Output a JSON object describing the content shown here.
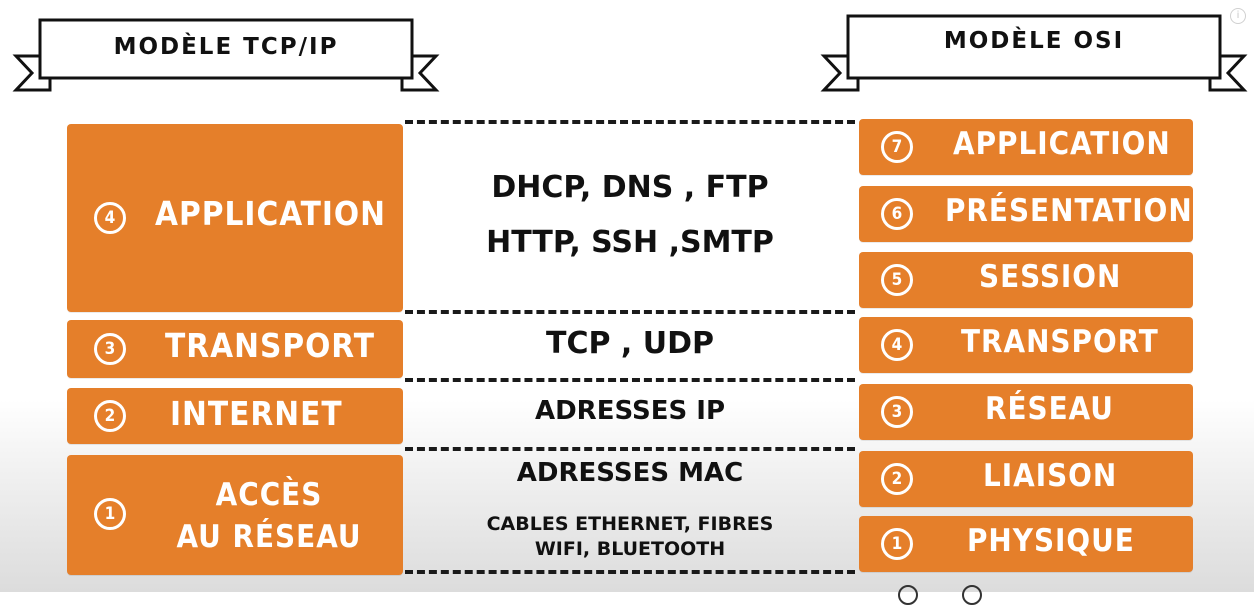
{
  "tcpip": {
    "title": "MODÈLE TCP/IP",
    "layers": [
      {
        "num": "4",
        "label": "APPLICATION"
      },
      {
        "num": "3",
        "label": "TRANSPORT"
      },
      {
        "num": "2",
        "label": "INTERNET"
      },
      {
        "num": "1",
        "label_line1": "ACCÈS",
        "label_line2": "AU RÉSEAU"
      }
    ]
  },
  "osi": {
    "title": "MODÈLE OSI",
    "layers": [
      {
        "num": "7",
        "label": "APPLICATION"
      },
      {
        "num": "6",
        "label": "PRÉSENTATION"
      },
      {
        "num": "5",
        "label": "SESSION"
      },
      {
        "num": "4",
        "label": "TRANSPORT"
      },
      {
        "num": "3",
        "label": "RÉSEAU"
      },
      {
        "num": "2",
        "label": "LIAISON"
      },
      {
        "num": "1",
        "label": "PHYSIQUE"
      }
    ]
  },
  "protocols": {
    "application_line1": "DHCP, DNS , FTP",
    "application_line2": "HTTP, SSH ,SMTP",
    "transport": "TCP , UDP",
    "internet": "ADRESSES IP",
    "access_line1": "ADRESSES MAC",
    "access_line2": "CABLES ETHERNET, FIBRES",
    "access_line3": "WIFI, BLUETOOTH"
  },
  "colors": {
    "box": "#e57f2a",
    "text_on_box": "#ffffff",
    "ink": "#111111"
  }
}
